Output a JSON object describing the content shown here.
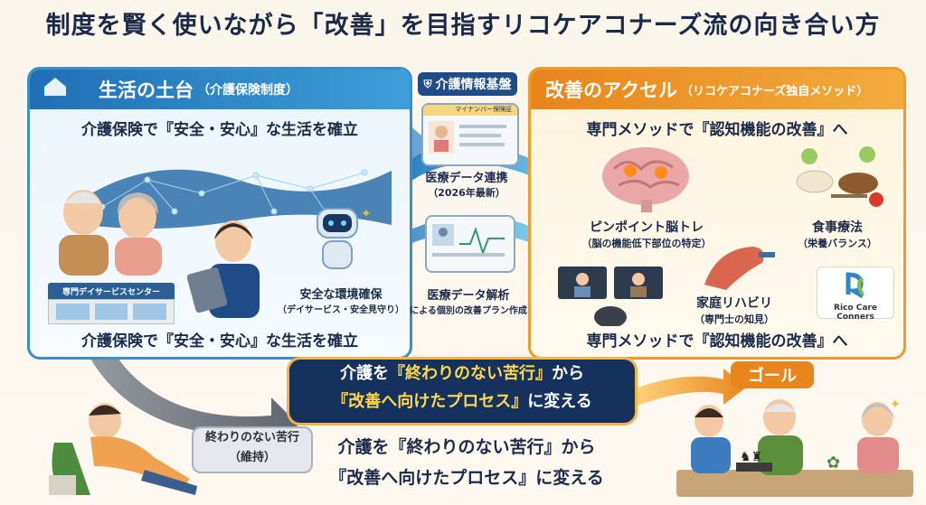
{
  "title": "制度を賢く使いながら「改善」を目指すリコケアコナーズ流の向き合い方",
  "left": {
    "header": "生活の土台",
    "header_sub": "（介護保険制度）",
    "statement_top": "介護保険で『安全・安心』な生活を確立",
    "statement_bottom": "介護保険で『安全・安心』な生活を確立",
    "center_sign": "専門デイサービスセンター",
    "safety_line1": "安全な環境確保",
    "safety_line2": "（デイサービス・安全見守り）"
  },
  "center": {
    "badge": "介護情報基盤",
    "card_label": "マイナンバー保険証",
    "link_line1": "医療データ連携",
    "link_line2": "（2026年最新）",
    "analysis_line1": "医療データ解析",
    "analysis_line2": "による個別の改善プラン作成"
  },
  "right": {
    "header": "改善のアクセル",
    "header_sub": "（リコケアコナーズ独自メソッド）",
    "statement_top": "専門メソッドで『認知機能の改善』へ",
    "statement_bottom": "専門メソッドで『認知機能の改善』へ",
    "brain_line1": "ピンポイント脳トレ",
    "brain_line2": "（脳の機能低下部位の特定）",
    "food_line1": "食事療法",
    "food_line2": "（栄養バランス）",
    "rehab_line1": "家庭リハビリ",
    "rehab_line2": "（専門士の知見）",
    "logo_text": "Rico Care Conners"
  },
  "transform": {
    "line1_pre": "介護を",
    "line1_em": "『終わりのない苦行』",
    "line1_post": "から",
    "line2_em": "『改善へ向けたプロセス』",
    "line2_post": "に変える"
  },
  "bottom": {
    "line1": "介護を『終わりのない苦行』から",
    "line2": "『改善へ向けたプロセス』に変える"
  },
  "suffering": {
    "line1": "終わりのない苦行",
    "line2": "（維持）"
  },
  "goal": "ゴール",
  "colors": {
    "navy": "#15325e",
    "blue": "#2a82c4",
    "orange": "#e8851c",
    "yellow": "#ffd94a"
  }
}
